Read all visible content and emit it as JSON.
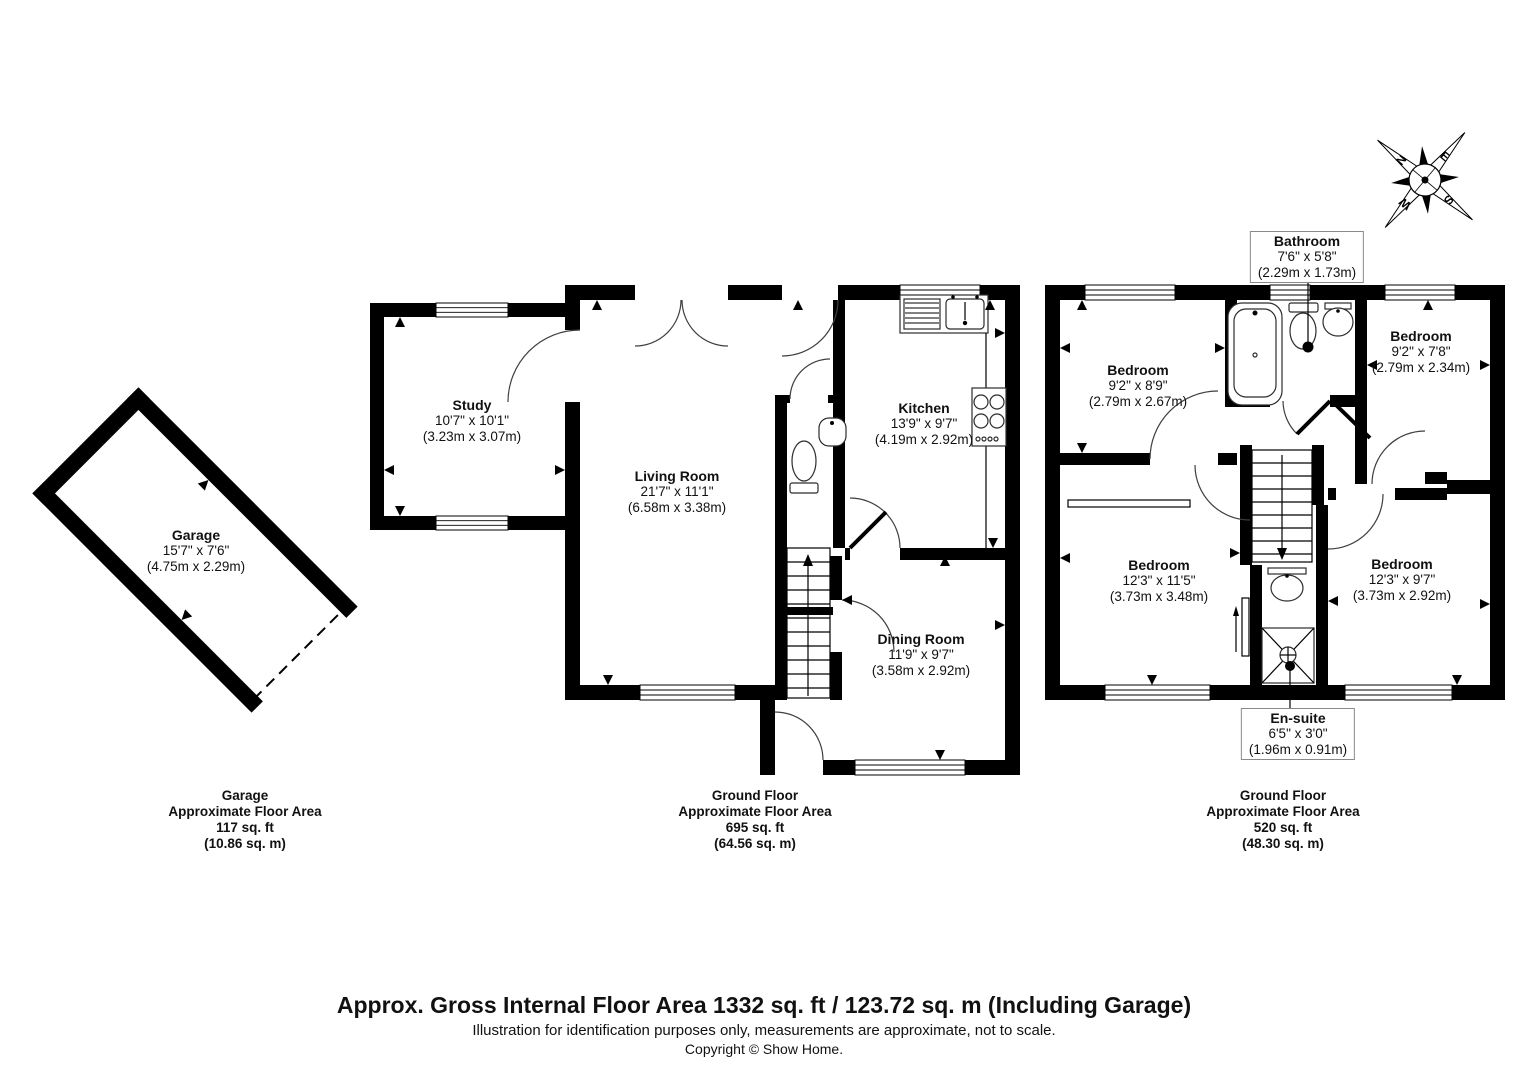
{
  "compass": {
    "n": "N",
    "e": "E",
    "s": "S",
    "w": "W"
  },
  "rooms": {
    "garage": {
      "name": "Garage",
      "imperial": "15'7\" x 7'6\"",
      "metric": "(4.75m x 2.29m)"
    },
    "study": {
      "name": "Study",
      "imperial": "10'7\" x 10'1\"",
      "metric": "(3.23m x 3.07m)"
    },
    "living_room": {
      "name": "Living Room",
      "imperial": "21'7\" x 11'1\"",
      "metric": "(6.58m x 3.38m)"
    },
    "kitchen": {
      "name": "Kitchen",
      "imperial": "13'9\" x 9'7\"",
      "metric": "(4.19m x 2.92m)"
    },
    "dining_room": {
      "name": "Dining Room",
      "imperial": "11'9\" x 9'7\"",
      "metric": "(3.58m x 2.92m)"
    },
    "bathroom": {
      "name": "Bathroom",
      "imperial": "7'6\" x 5'8\"",
      "metric": "(2.29m x 1.73m)"
    },
    "bedroom_1": {
      "name": "Bedroom",
      "imperial": "9'2\" x 8'9\"",
      "metric": "(2.79m x 2.67m)"
    },
    "bedroom_2": {
      "name": "Bedroom",
      "imperial": "9'2\" x 7'8\"",
      "metric": "(2.79m x 2.34m)"
    },
    "bedroom_3": {
      "name": "Bedroom",
      "imperial": "12'3\" x 11'5\"",
      "metric": "(3.73m x 3.48m)"
    },
    "bedroom_4": {
      "name": "Bedroom",
      "imperial": "12'3\" x 9'7\"",
      "metric": "(3.73m x 2.92m)"
    },
    "ensuite": {
      "name": "En-suite",
      "imperial": "6'5\" x 3'0\"",
      "metric": "(1.96m x 0.91m)"
    }
  },
  "floor_summaries": {
    "garage": {
      "title": "Garage",
      "line2": "Approximate Floor Area",
      "area_ft": "117 sq. ft",
      "area_m": "(10.86 sq. m)"
    },
    "ground": {
      "title": "Ground Floor",
      "line2": "Approximate Floor Area",
      "area_ft": "695 sq. ft",
      "area_m": "(64.56 sq. m)"
    },
    "first": {
      "title": "Ground Floor",
      "line2": "Approximate Floor Area",
      "area_ft": "520 sq. ft",
      "area_m": "(48.30 sq. m)"
    }
  },
  "footer": {
    "headline": "Approx. Gross Internal Floor Area 1332 sq. ft / 123.72 sq. m (Including Garage)",
    "disclaimer": "Illustration for identification purposes only, measurements are approximate, not to scale.",
    "copyright": "Copyright © Show Home."
  },
  "colors": {
    "wall": "#000000",
    "background": "#ffffff"
  }
}
